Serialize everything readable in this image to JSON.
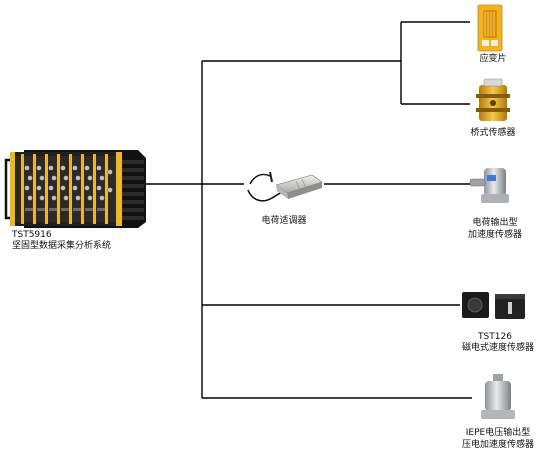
{
  "system": {
    "model": "TST5916",
    "name": "坚固型数据采集分析系统"
  },
  "conditioner": {
    "label": "电荷适调器"
  },
  "sensors": {
    "strain_gauge": "应变片",
    "bridge": "桥式传感器",
    "charge_accel_line1": "电荷输出型",
    "charge_accel_line2": "加速度传感器",
    "magnetic_model": "TST126",
    "magnetic_name": "磁电式速度传感器",
    "iepe_line1": "IEPE电压输出型",
    "iepe_line2": "压电加速度传感器"
  },
  "colors": {
    "line": "#000000",
    "chassis": "#1f1f1f",
    "accent": "#f2b81a",
    "steel": "#c9cccf"
  }
}
